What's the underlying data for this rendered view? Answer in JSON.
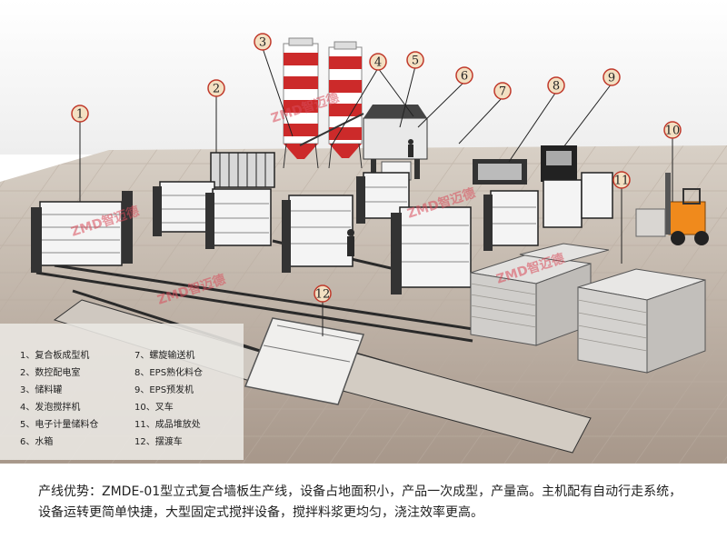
{
  "callouts": [
    "1",
    "2",
    "3",
    "4",
    "5",
    "6",
    "7",
    "8",
    "9",
    "10",
    "11",
    "12"
  ],
  "legend": [
    "1、复合板成型机",
    "2、数控配电室",
    "3、储料罐",
    "4、发泡搅拌机",
    "5、电子计量储料仓",
    "6、水箱",
    "7、螺旋输送机",
    "8、EPS熟化料仓",
    "9、EPS预发机",
    "10、叉车",
    "11、成品堆放处",
    "12、摆渡车"
  ],
  "watermark": "ZMD智迈德",
  "caption": "产线优势：ZMDE-01型立式复合墙板生产线，设备占地面积小，产品一次成型，产量高。主机配有自动行走系统，设备运转更简单快捷，大型固定式搅拌设备，搅拌料浆更均匀，浇注效率更高。",
  "colors": {
    "silo_red": "#cc2a2a",
    "callout_ring": "#c0392b",
    "forklift": "#f08a1c"
  }
}
